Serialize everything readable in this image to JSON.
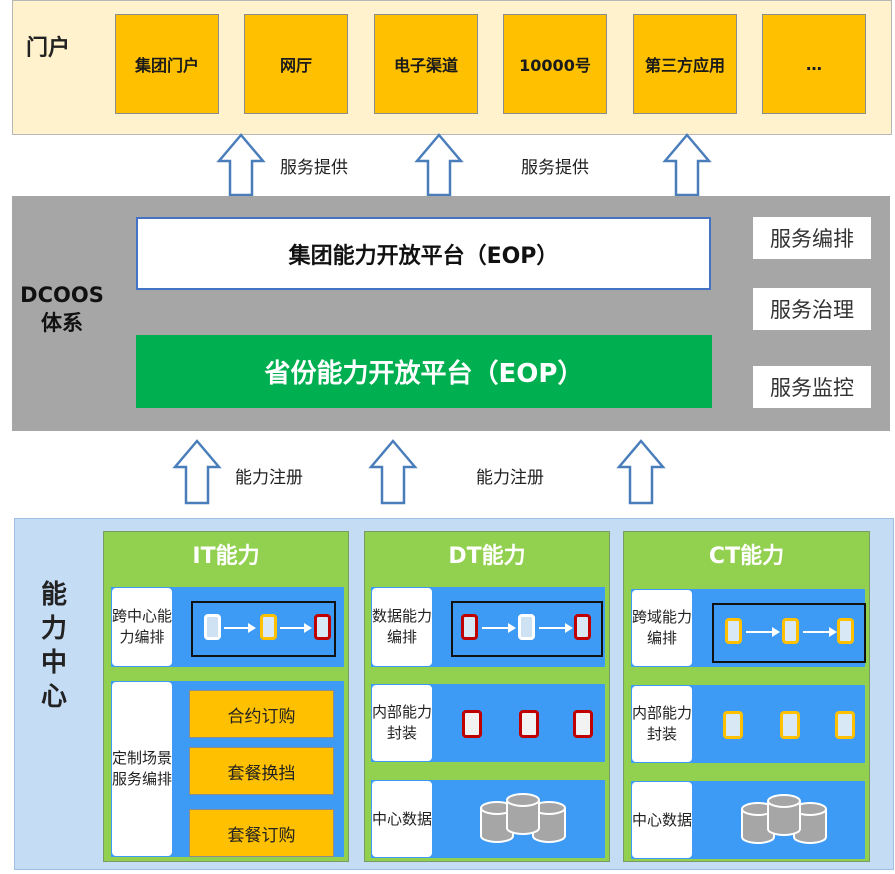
{
  "portal": {
    "title": "门户",
    "items": [
      "集团门户",
      "网厅",
      "电子渠道",
      "10000号",
      "第三方应用",
      "…"
    ]
  },
  "arrows_top": {
    "label_left": "服务提供",
    "label_right": "服务提供"
  },
  "dcoos": {
    "title": "DCOOS 体系",
    "group_platform": "集团能力开放平台（EOP）",
    "province_platform": "省份能力开放平台（EOP）",
    "services": [
      "服务编排",
      "服务治理",
      "服务监控"
    ]
  },
  "arrows_bottom": {
    "label_left": "能力注册",
    "label_right": "能力注册"
  },
  "capability_center": {
    "title": "能力中心",
    "columns": [
      {
        "title": "IT能力",
        "rows": [
          {
            "label": "跨中心能力编排"
          },
          {
            "label": "定制场景服务编排",
            "buttons": [
              "合约订购",
              "套餐换挡",
              "套餐订购"
            ]
          }
        ]
      },
      {
        "title": "DT能力",
        "rows": [
          {
            "label": "数据能力编排"
          },
          {
            "label": "内部能力封装"
          },
          {
            "label": "中心数据"
          }
        ]
      },
      {
        "title": "CT能力",
        "rows": [
          {
            "label": "跨域能力编排"
          },
          {
            "label": "内部能力封装"
          },
          {
            "label": "中心数据"
          }
        ]
      }
    ]
  },
  "colors": {
    "portal_bg": "#fff2cc",
    "portal_item": "#ffc000",
    "dcoos_bg": "#a6a6a6",
    "province_platform": "#00b050",
    "capability_bg": "#c5dcf5",
    "column_bg": "#92d050",
    "row_bg": "#3d9bf5",
    "arrow_stroke": "#4a7ebb"
  }
}
